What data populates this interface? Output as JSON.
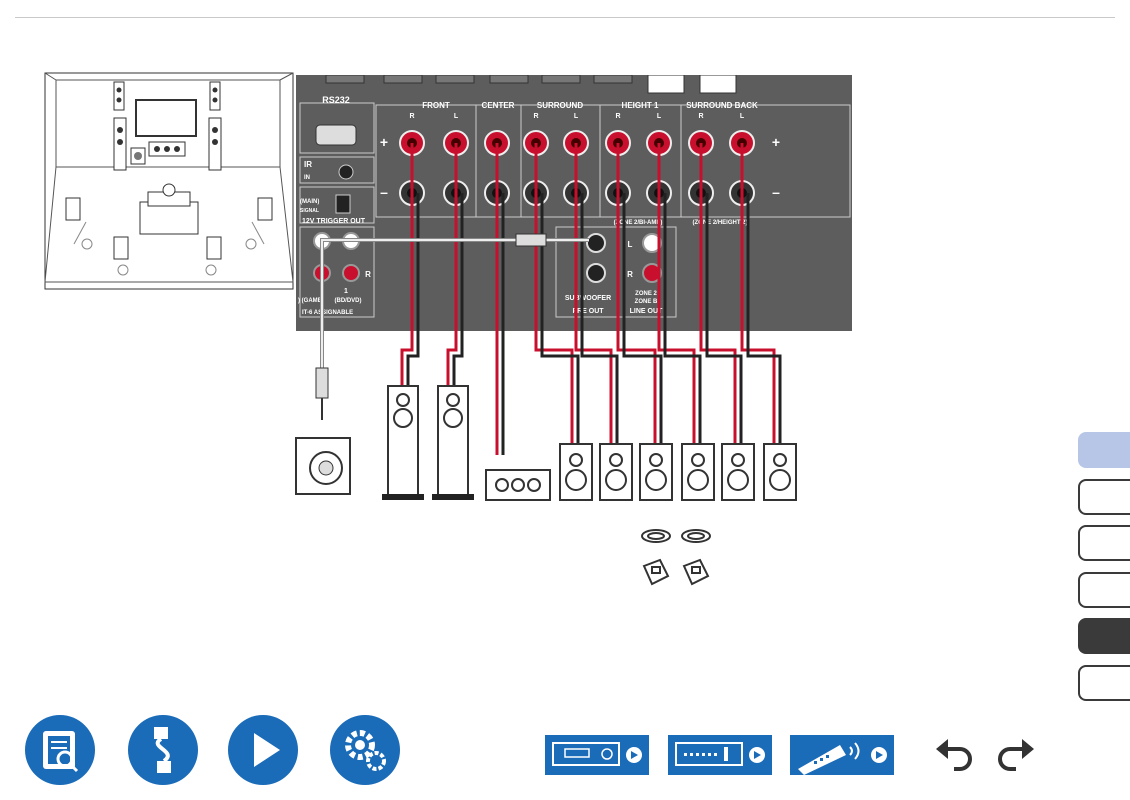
{
  "panel": {
    "rs232": "RS232",
    "ir": "IR",
    "ir_in": "IN",
    "main": "(MAIN)",
    "signal": "SIGNAL",
    "trigger": "12V TRIGGER OUT",
    "front": "FRONT",
    "center": "CENTER",
    "surround": "SURROUND",
    "height1": "HEIGHT 1",
    "surround_back": "SURROUND BACK",
    "r": "R",
    "l": "L",
    "plus": "+",
    "minus": "–",
    "zone2_biamp": "(ZONE 2/BI-AMP)",
    "zone2_height2": "(ZONE 2/HEIGHT 2)",
    "subwoofer": "SUBWOOFER",
    "pre_out": "PRE OUT",
    "zone2": "ZONE 2",
    "zoneb": "ZONE B",
    "line_out": "LINE OUT",
    "game": ") (GAME)",
    "bd_num": "1",
    "bd": "(BD/DVD)",
    "assignable": "IT-6 ASSIGNABLE",
    "jack_l": "L",
    "jack_r": "R",
    "r_side": "R"
  },
  "tabs": [
    {
      "name": "tab-1",
      "state": "blue"
    },
    {
      "name": "tab-2",
      "state": "normal"
    },
    {
      "name": "tab-3",
      "state": "normal"
    },
    {
      "name": "tab-4",
      "state": "normal"
    },
    {
      "name": "tab-5",
      "state": "dark"
    },
    {
      "name": "tab-6",
      "state": "normal"
    }
  ],
  "nav": {
    "icons": [
      "manual-icon",
      "connection-icon",
      "play-icon",
      "settings-icon"
    ],
    "device_buttons": [
      "front-panel-button",
      "rear-panel-button",
      "remote-button"
    ],
    "arrows": [
      "undo-arrow-icon",
      "redo-arrow-icon"
    ]
  },
  "colors": {
    "accent_blue": "#1a6bb8",
    "tab_blue": "#b7c6e6",
    "panel_gray": "#585858",
    "wire_red": "#c8102e"
  }
}
